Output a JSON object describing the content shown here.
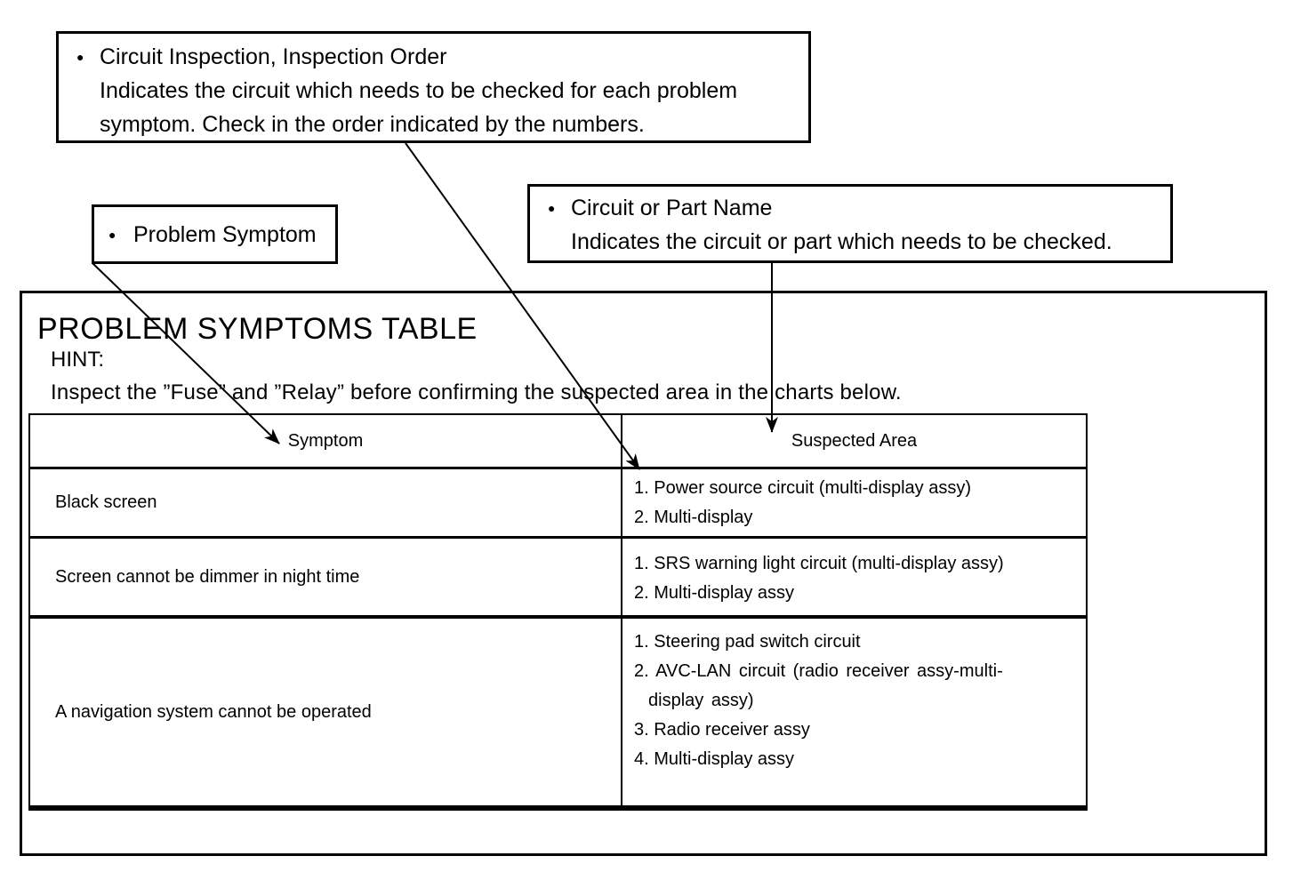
{
  "page": {
    "colors": {
      "ink": "#000000",
      "paper": "#ffffff"
    },
    "icons": {
      "bullet": "●"
    },
    "callouts": {
      "inspection_order": {
        "title": "Circuit Inspection, Inspection Order",
        "desc_line1": "Indicates the circuit which needs to be checked for each problem",
        "desc_line2": "symptom. Check in the order indicated by the numbers."
      },
      "problem_symptom": {
        "title": "Problem Symptom"
      },
      "circuit_or_part": {
        "title": "Circuit or Part Name",
        "desc_line1": "Indicates the circuit or part which needs to be checked."
      }
    },
    "section": {
      "title": "PROBLEM SYMPTOMS TABLE",
      "hint_label": "HINT:",
      "hint_text": "Inspect the ”Fuse” and ”Relay” before confirming the suspected area in the charts below."
    },
    "table": {
      "col_symptom": "Symptom",
      "col_suspected": "Suspected Area",
      "rows": [
        {
          "symptom": "Black screen",
          "suspected": [
            "1. Power source circuit (multi-display assy)",
            "2. Multi-display"
          ]
        },
        {
          "symptom": "Screen cannot be dimmer in night time",
          "suspected": [
            "1. SRS warning light circuit (multi-display assy)",
            "2. Multi-display assy"
          ]
        },
        {
          "symptom": "A navigation system cannot be operated",
          "suspected": [
            "1. Steering pad switch circuit",
            "2. AVC-LAN circuit (radio receiver assy-multi-\ndisplay assy)",
            "3. Radio receiver assy",
            "4. Multi-display assy"
          ]
        }
      ]
    }
  }
}
